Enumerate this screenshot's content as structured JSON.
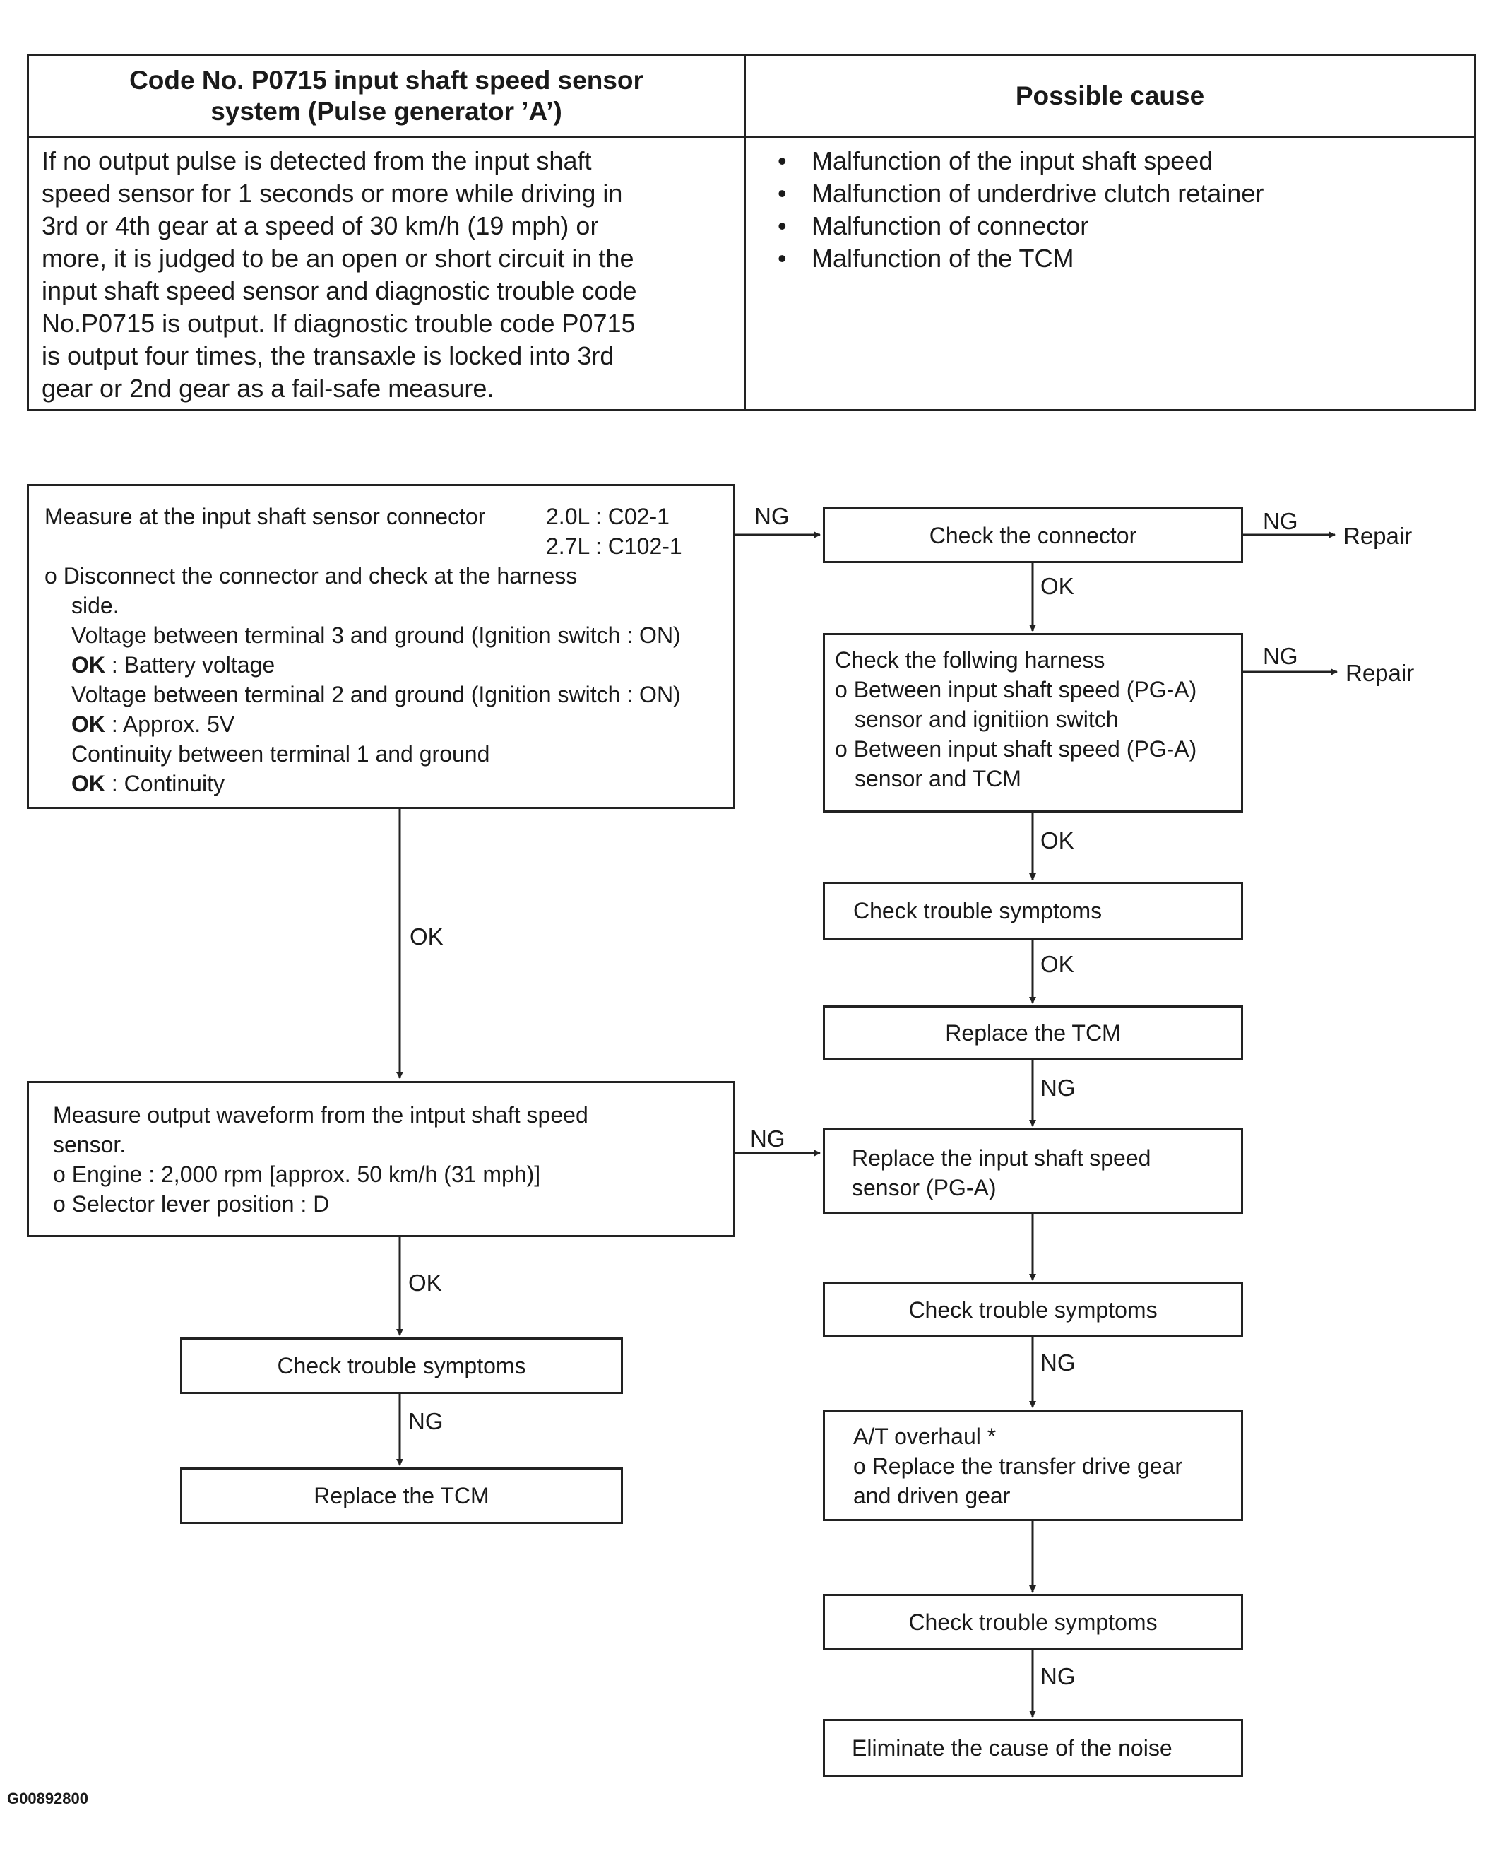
{
  "table": {
    "header_left": "Code No.  P0715 input shaft speed sensor system (Pulse generator 'A')",
    "header_left_line1": "Code No.  P0715 input shaft speed sensor",
    "header_left_line2": "system (Pulse generator ’A’)",
    "header_right": "Possible cause",
    "description_lines": [
      "If no output pulse is detected from the input shaft",
      "speed sensor for 1 seconds or more while driving in",
      "3rd or 4th gear at a speed of 30 km/h (19 mph) or",
      "more, it is judged to be an open or short circuit in the",
      "input shaft speed sensor and diagnostic trouble code",
      "No.P0715 is output.  If diagnostic trouble code P0715",
      "is output four times, the transaxle is locked into 3rd",
      "gear or 2nd gear as a fail-safe measure."
    ],
    "causes": [
      "Malfunction of the input shaft speed",
      "Malfunction of underdrive clutch retainer",
      "Malfunction of connector",
      "Malfunction of the TCM"
    ]
  },
  "flow": {
    "measure_connector": {
      "l1": "Measure at the input shaft sensor connector",
      "l1b": "2.0L : C02-1",
      "l2": "2.7L : C102-1",
      "l3": "o  Disconnect the connector and check at the harness",
      "l4": "side.",
      "l5": "Voltage between terminal 3 and ground (Ignition switch : ON)",
      "l6_ok": "OK",
      "l6": " : Battery voltage",
      "l7": "Voltage between terminal 2 and ground (Ignition switch : ON)",
      "l8_ok": "OK",
      "l8": " : Approx. 5V",
      "l9": "Continuity between terminal 1 and ground",
      "l10_ok": "OK",
      "l10": " : Continuity"
    },
    "check_connector": "Check the connector",
    "check_harness": {
      "l1": "Check the follwing harness",
      "l2": "o Between input shaft speed (PG-A)",
      "l3": "sensor and ignitiion switch",
      "l4": "o Between input shaft speed (PG-A)",
      "l5": "sensor and TCM"
    },
    "check_symptoms_1": "Check trouble symptoms",
    "replace_tcm_right": "Replace the TCM",
    "measure_waveform": {
      "l1": "Measure output waveform from the intput shaft speed",
      "l2": "sensor.",
      "l3": "o Engine : 2,000 rpm [approx. 50 km/h (31 mph)]",
      "l4": "o Selector lever position : D"
    },
    "replace_sensor": {
      "l1": "Replace the input shaft speed",
      "l2": "sensor (PG-A)"
    },
    "check_symptoms_left": "Check trouble symptoms",
    "replace_tcm_left": "Replace the TCM",
    "check_symptoms_2": "Check trouble symptoms",
    "overhaul": {
      "l1": "A/T overhaul *",
      "l2": "o Replace the transfer drive gear",
      "l3": "and driven gear"
    },
    "check_symptoms_3": "Check trouble symptoms",
    "eliminate_noise": "Eliminate the cause of the noise",
    "repair_1": "Repair",
    "repair_2": "Repair",
    "labels": {
      "ng": "NG",
      "ok": "OK"
    }
  },
  "figure_id": "G00892800"
}
